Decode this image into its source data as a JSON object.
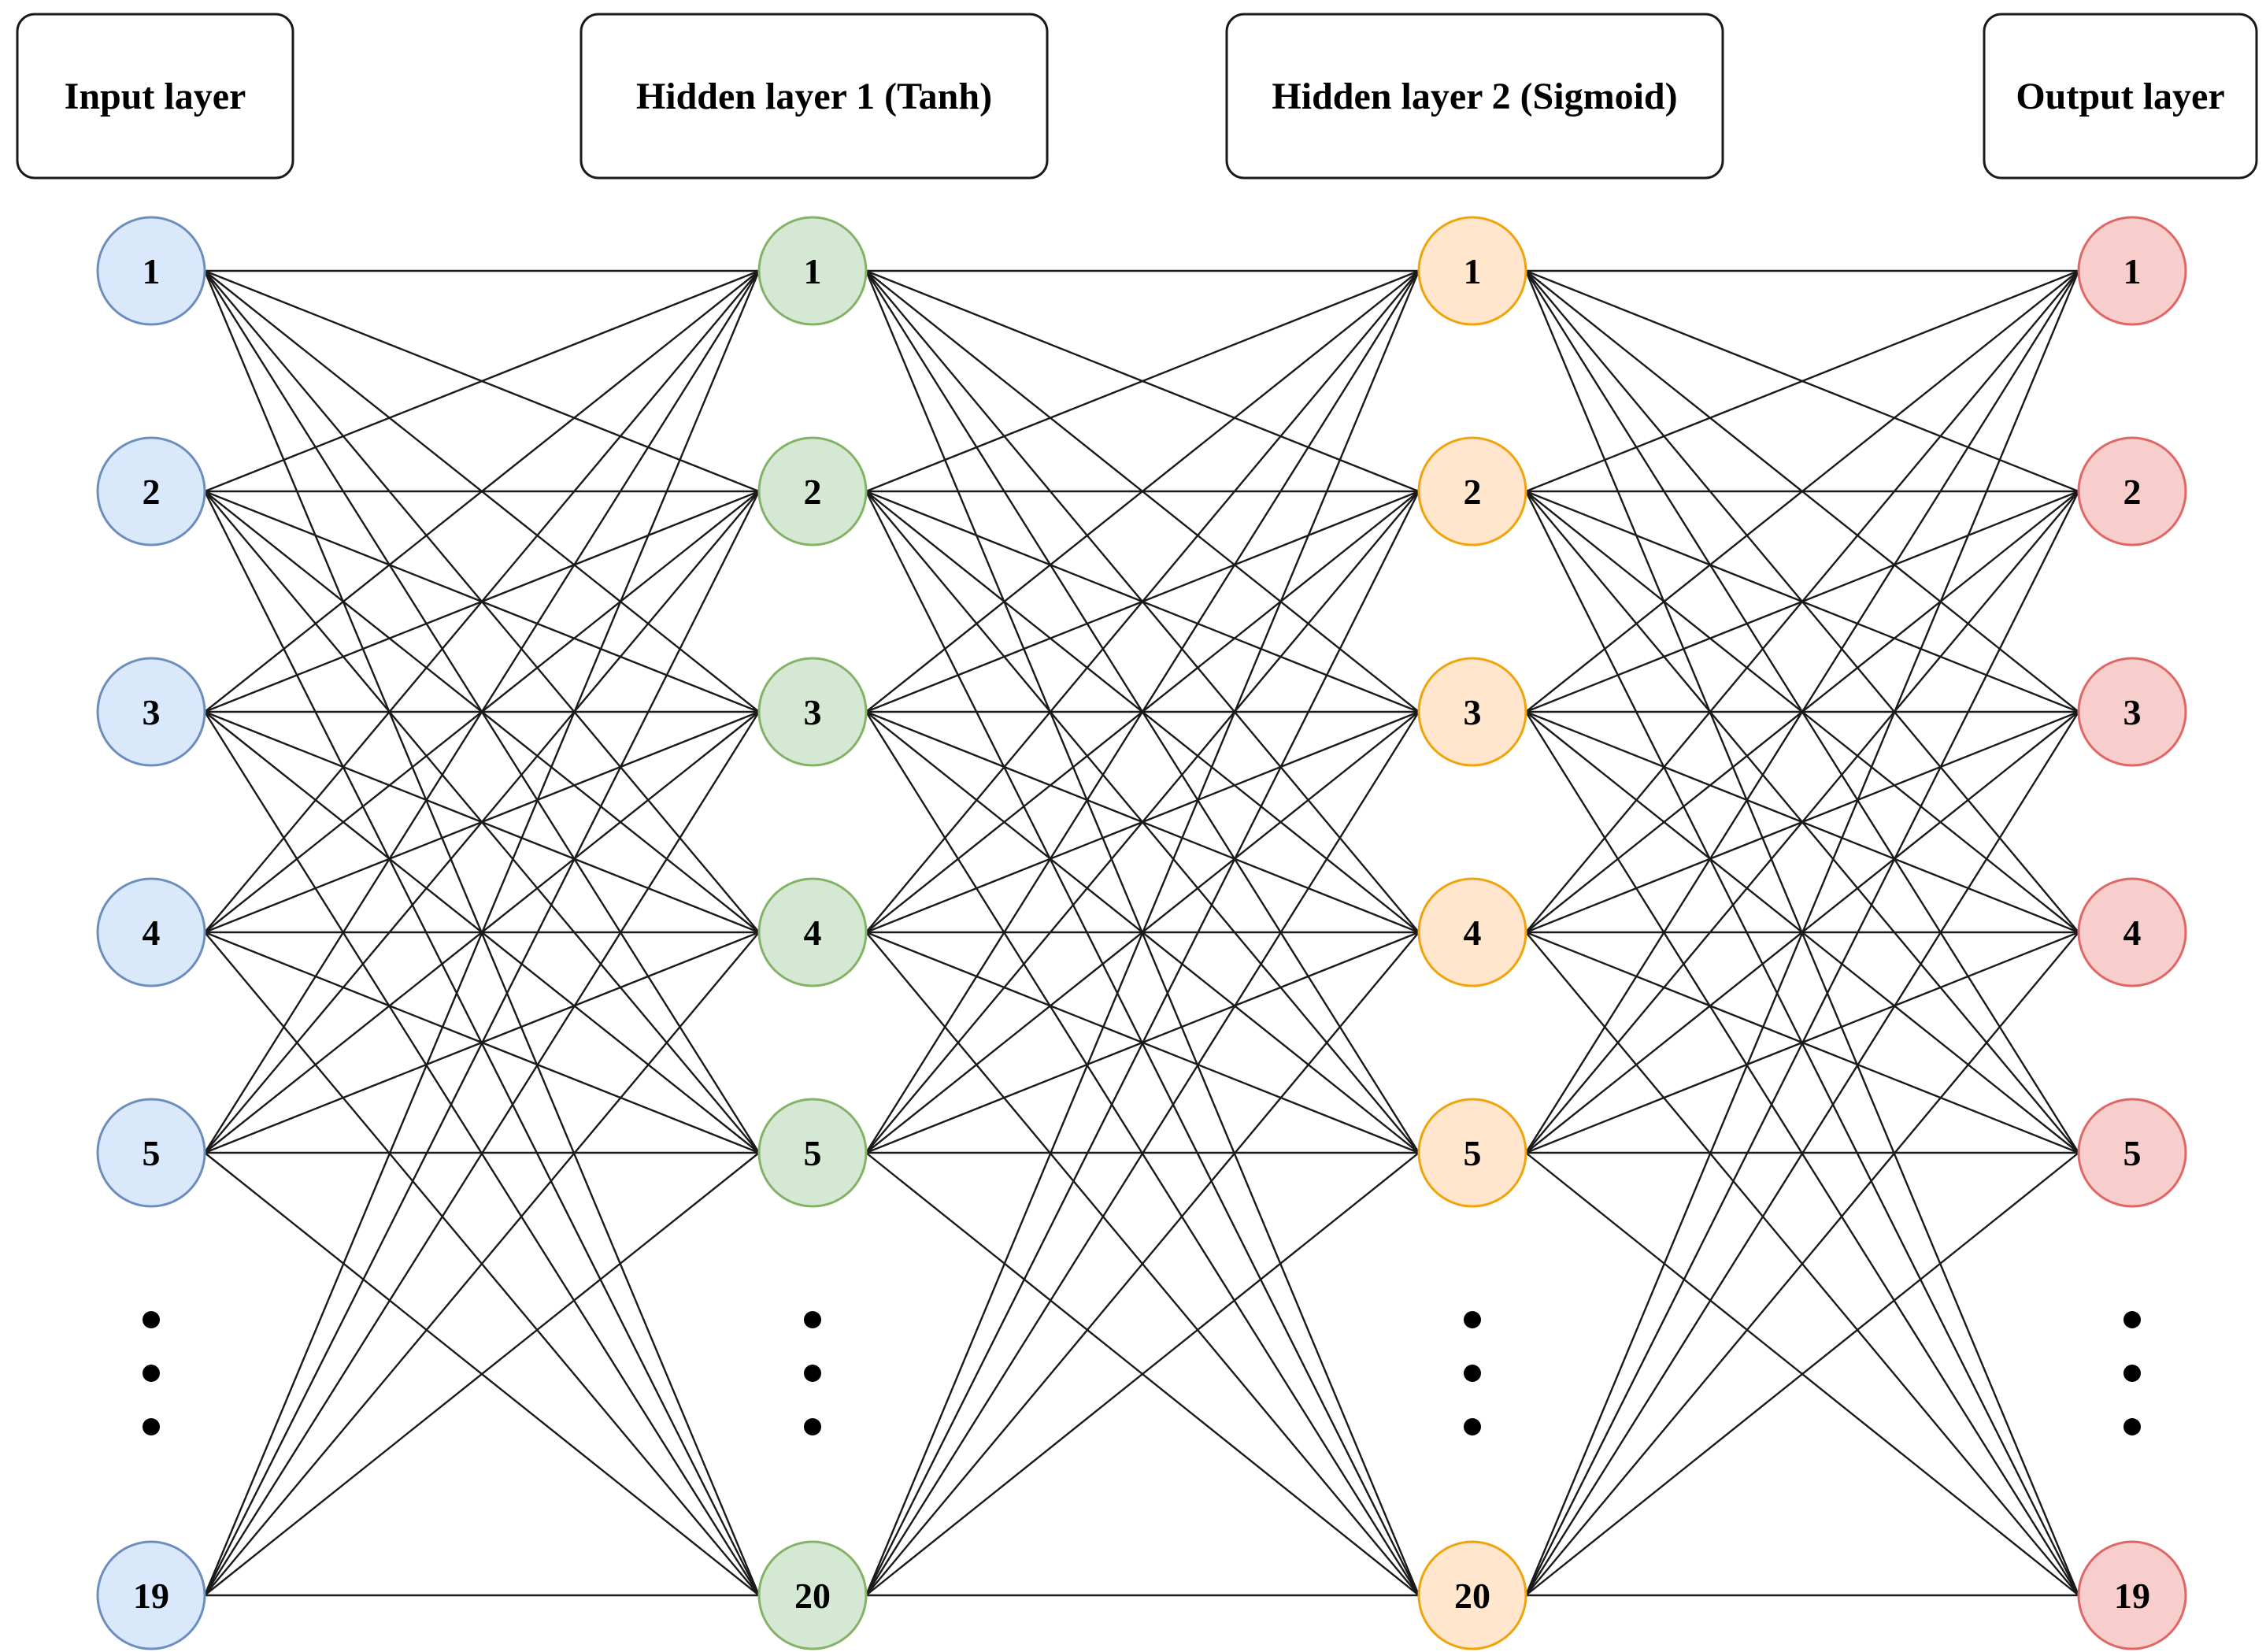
{
  "layers": [
    {
      "id": "input",
      "title": "Input layer",
      "fill": "#dae8fc",
      "stroke": "#6c8ebf",
      "nodes": [
        "1",
        "2",
        "3",
        "4",
        "5",
        "19"
      ]
    },
    {
      "id": "hidden1",
      "title": "Hidden layer 1 (Tanh)",
      "fill": "#d5e8d4",
      "stroke": "#82b366",
      "nodes": [
        "1",
        "2",
        "3",
        "4",
        "5",
        "20"
      ]
    },
    {
      "id": "hidden2",
      "title": "Hidden layer 2 (Sigmoid)",
      "fill": "#ffe6cc",
      "stroke": "#f0a30a",
      "nodes": [
        "1",
        "2",
        "3",
        "4",
        "5",
        "20"
      ]
    },
    {
      "id": "output",
      "title": "Output layer",
      "fill": "#f8cecc",
      "stroke": "#e06666",
      "nodes": [
        "1",
        "2",
        "3",
        "4",
        "5",
        "19"
      ]
    }
  ],
  "connections": "fully-connected",
  "edge_color": "#1a1a1a"
}
